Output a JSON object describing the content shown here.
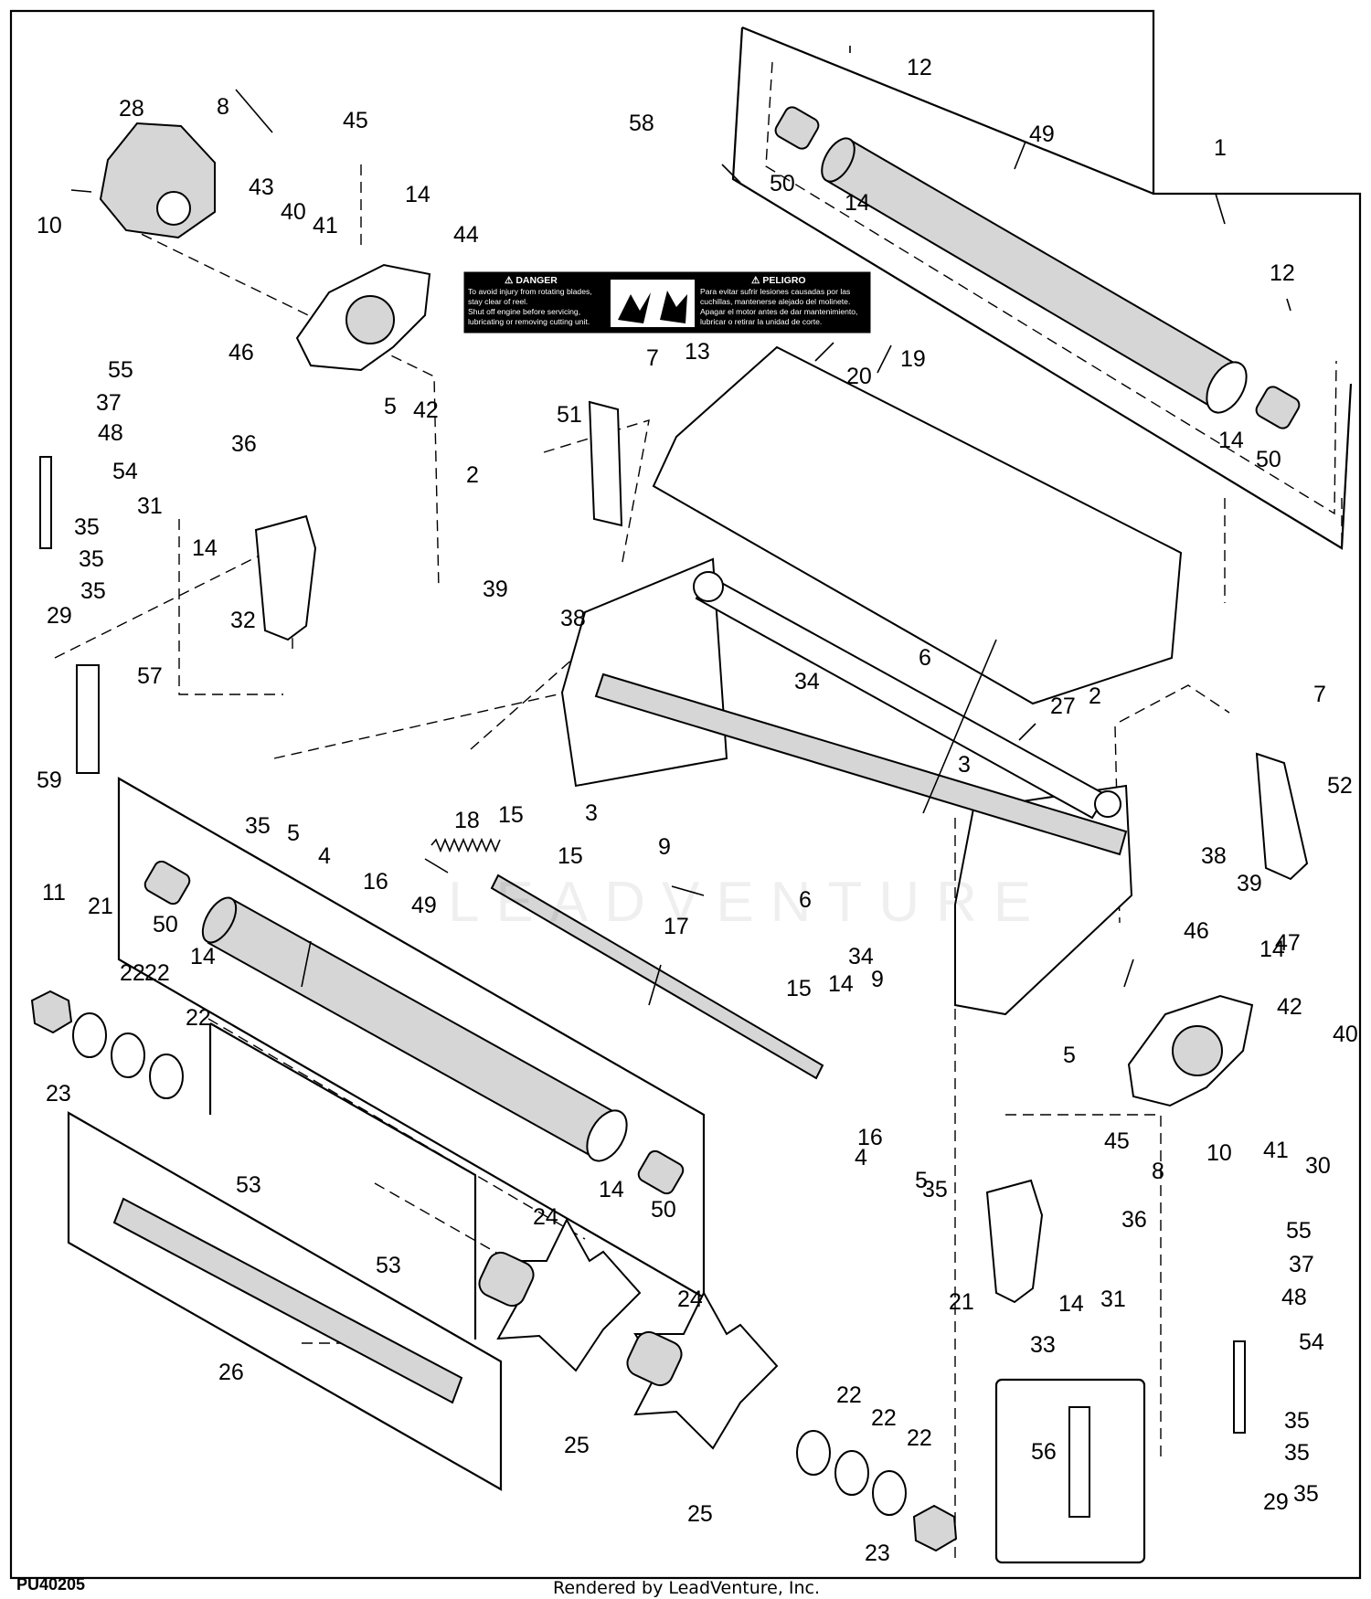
{
  "figure_id": "PU40205",
  "credit": "Rendered by LeadVenture, Inc.",
  "watermark": "LEADVENTURE",
  "decal": {
    "left_heading": "⚠ DANGER",
    "left_lines": [
      "To avoid injury from rotating blades,",
      "stay clear of reel.",
      "Shut off engine before servicing,",
      "lubricating or removing cutting unit."
    ],
    "right_heading": "⚠ PELIGRO",
    "right_lines": [
      "Para evitar sufrir lesiones causadas por las",
      "cuchillas, mantenerse alejado del molinete.",
      "Apagar el motor antes de dar mantenimiento,",
      "lubricar o retirar la unidad de corte."
    ],
    "icon_names": [
      "reel-blade-hand-icon",
      "reel-blade-foot-icon"
    ]
  },
  "callouts": [
    "1",
    "2",
    "2",
    "3",
    "3",
    "4",
    "4",
    "5",
    "5",
    "5",
    "5",
    "6",
    "6",
    "7",
    "7",
    "8",
    "8",
    "9",
    "9",
    "10",
    "10",
    "11",
    "12",
    "12",
    "13",
    "14",
    "14",
    "14",
    "14",
    "14",
    "14",
    "14",
    "14",
    "14",
    "15",
    "15",
    "15",
    "16",
    "16",
    "17",
    "18",
    "19",
    "20",
    "21",
    "21",
    "22",
    "22",
    "22",
    "22",
    "22",
    "22",
    "23",
    "23",
    "24",
    "24",
    "25",
    "25",
    "26",
    "27",
    "28",
    "29",
    "29",
    "30",
    "31",
    "31",
    "32",
    "33",
    "34",
    "34",
    "35",
    "35",
    "35",
    "35",
    "35",
    "35",
    "35",
    "35",
    "36",
    "36",
    "37",
    "37",
    "38",
    "38",
    "39",
    "39",
    "40",
    "40",
    "41",
    "41",
    "42",
    "42",
    "43",
    "44",
    "45",
    "45",
    "46",
    "46",
    "47",
    "48",
    "48",
    "49",
    "49",
    "50",
    "50",
    "50",
    "50",
    "51",
    "52",
    "53",
    "53",
    "54",
    "54",
    "55",
    "55",
    "56",
    "57",
    "58",
    "59"
  ]
}
